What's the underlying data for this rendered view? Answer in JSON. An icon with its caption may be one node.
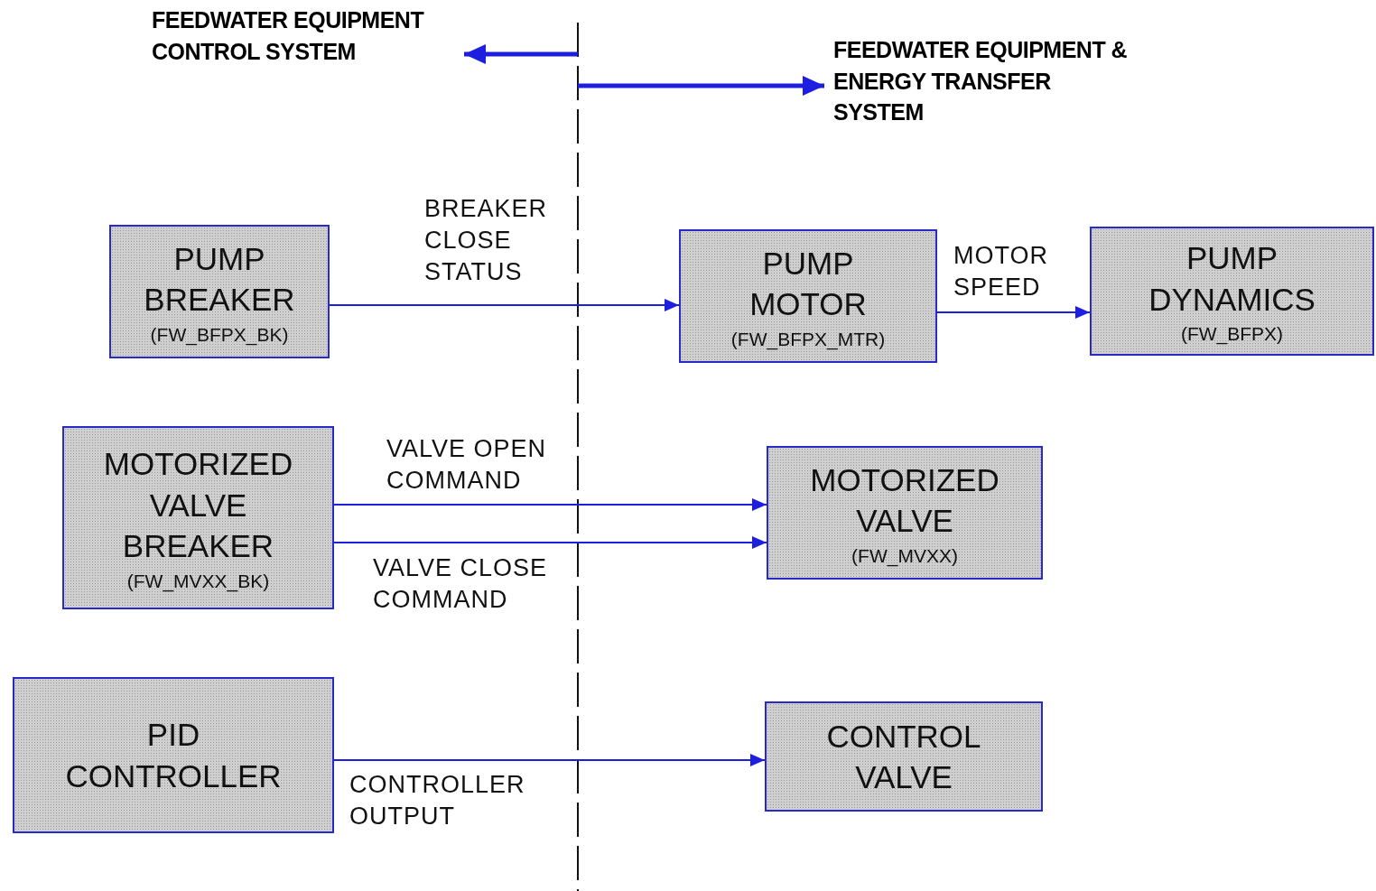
{
  "diagram": {
    "nodes": [
      {
        "text": [
          "FEEDWATER EQUIPMENT CONTROL SYSTEM"
        ]
      },
      {
        "text": [
          "FEEDWATER EQUIPMENT & ENERGY TRANSFER SYSTEM"
        ]
      },
      {
        "text": [
          "PUMP BREAKER",
          "(FW_BFPX_BK)"
        ]
      },
      {
        "text": [
          "PUMP MOTOR",
          "(FW_BFPX_MTR)"
        ]
      },
      {
        "text": [
          "PUMP DYNAMICS",
          "(FW_BFPX)"
        ]
      },
      {
        "text": [
          "MOTORIZED VALVE BREAKER",
          "(FW_MVXX_BK)"
        ]
      },
      {
        "text": [
          "MOTORIZED VALVE",
          "(FW_MVXX)"
        ]
      },
      {
        "text": [
          "PID CONTROLLER"
        ]
      },
      {
        "text": [
          "CONTROL VALVE"
        ]
      }
    ],
    "edges": [
      {
        "from": null,
        "to": 0,
        "arrow": "to",
        "style": "thick"
      },
      {
        "from": null,
        "to": 1,
        "arrow": "to",
        "style": "thick"
      },
      {
        "from": 2,
        "to": 3,
        "arrow": "to",
        "label": "BREAKER CLOSE STATUS"
      },
      {
        "from": 3,
        "to": 4,
        "arrow": "to",
        "label": "MOTOR SPEED"
      },
      {
        "from": 5,
        "to": 6,
        "arrow": "to",
        "label": "VALVE OPEN COMMAND"
      },
      {
        "from": 5,
        "to": 6,
        "arrow": "to",
        "label": "VALVE CLOSE COMMAND"
      },
      {
        "from": 7,
        "to": 8,
        "arrow": "to",
        "label": "CONTROLLER OUTPUT"
      }
    ]
  }
}
